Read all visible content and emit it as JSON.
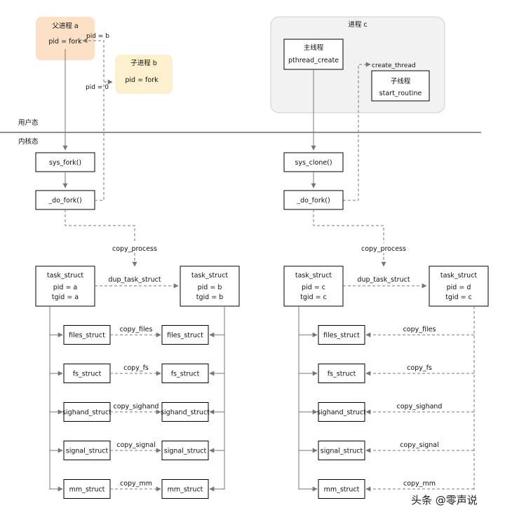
{
  "regions": {
    "user_space": "用户态",
    "kernel_space": "内核态"
  },
  "left": {
    "parent": {
      "title": "父进程 a",
      "call": "pid = fork"
    },
    "child": {
      "title": "子进程 b",
      "call": "pid = fork"
    },
    "ret_parent": "pid = b",
    "ret_child": "pid = 0",
    "sys_call": "sys_fork()",
    "do_fork": "_do_fork()",
    "copy_process": "copy_process",
    "dup_task_struct": "dup_task_struct",
    "src_task": {
      "name": "task_struct",
      "pid": "pid = a",
      "tgid": "tgid = a"
    },
    "dst_task": {
      "name": "task_struct",
      "pid": "pid = b",
      "tgid": "tgid = b"
    },
    "structs": [
      {
        "name": "files_struct",
        "copy": "copy_files"
      },
      {
        "name": "fs_struct",
        "copy": "copy_fs"
      },
      {
        "name": "sighand_struct",
        "copy": "copy_sighand"
      },
      {
        "name": "signal_struct",
        "copy": "copy_signal"
      },
      {
        "name": "mm_struct",
        "copy": "copy_mm"
      }
    ]
  },
  "right": {
    "process": {
      "title": "进程 c"
    },
    "main_thread": {
      "title": "主线程",
      "call": "pthread_create"
    },
    "sub_thread": {
      "title": "子线程",
      "call": "start_routine"
    },
    "create_thread": "create_thread",
    "sys_call": "sys_clone()",
    "do_fork": "_do_fork()",
    "copy_process": "copy_process",
    "dup_task_struct": "dup_task_struct",
    "src_task": {
      "name": "task_struct",
      "pid": "pid = c",
      "tgid": "tgid = c"
    },
    "dst_task": {
      "name": "task_struct",
      "pid": "pid = d",
      "tgid": "tgid = c"
    },
    "structs": [
      {
        "name": "files_struct",
        "copy": "copy_files"
      },
      {
        "name": "fs_struct",
        "copy": "copy_fs"
      },
      {
        "name": "sighand_struct",
        "copy": "copy_sighand"
      },
      {
        "name": "signal_struct",
        "copy": "copy_signal"
      },
      {
        "name": "mm_struct",
        "copy": "copy_mm"
      }
    ]
  },
  "watermark": "头条 @零声说",
  "colors": {
    "parent_fill": "#fde0c6",
    "child_fill": "#fdf0cf",
    "process_fill": "#f2f2f2",
    "line": "#777777",
    "box_stroke": "#000000"
  }
}
